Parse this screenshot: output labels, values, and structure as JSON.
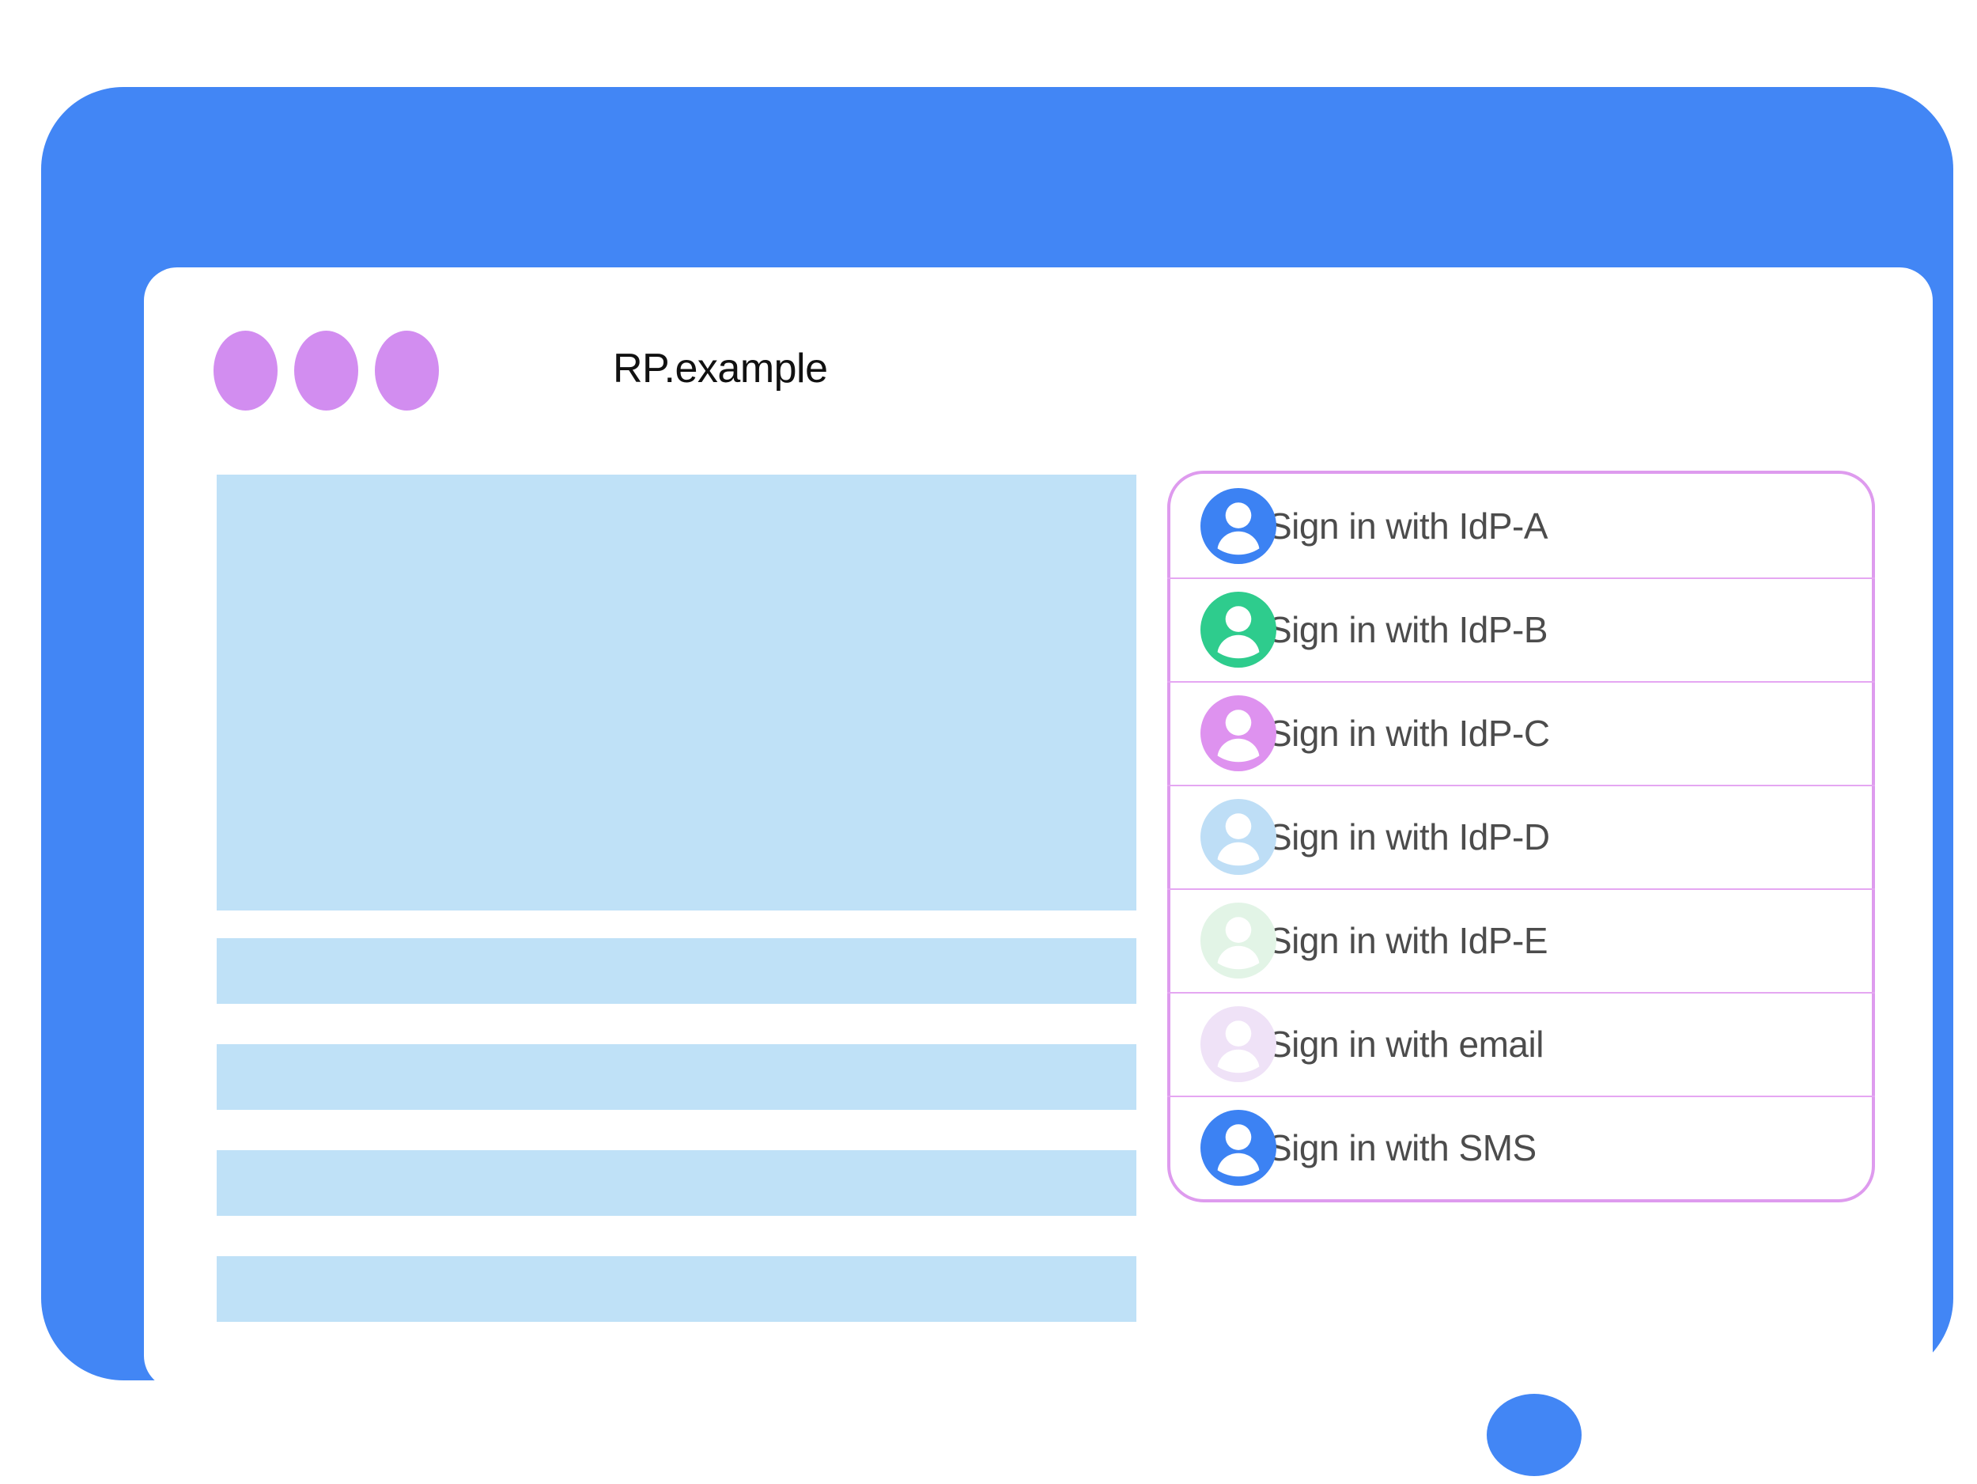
{
  "window": {
    "title": "RP.example",
    "dots": [
      {
        "name": "window-dot-1",
        "color": "#D28DF0"
      },
      {
        "name": "window-dot-2",
        "color": "#D28DF0"
      },
      {
        "name": "window-dot-3",
        "color": "#D28DF0"
      }
    ],
    "frame_color": "#4286F5",
    "screen_color": "#FFFFFF"
  },
  "content": {
    "placeholder_color": "#BFE1F7",
    "blocks": [
      {
        "name": "hero-block"
      },
      {
        "name": "text-bar-1"
      },
      {
        "name": "text-bar-2"
      },
      {
        "name": "text-bar-3"
      },
      {
        "name": "text-bar-4"
      }
    ]
  },
  "signin_panel": {
    "border_color": "#DE9BEE",
    "divider_color": "#E5A7F2",
    "label_color": "#4C4C4C",
    "options": [
      {
        "label": "Sign in with IdP-A",
        "icon": "avatar-icon",
        "avatar_color": "#3C82F3",
        "avatar_opacity": 1
      },
      {
        "label": "Sign in with IdP-B",
        "icon": "avatar-icon",
        "avatar_color": "#2ECC8D",
        "avatar_opacity": 1
      },
      {
        "label": "Sign in with IdP-C",
        "icon": "avatar-icon",
        "avatar_color": "#DE92EF",
        "avatar_opacity": 1
      },
      {
        "label": "Sign in with IdP-D",
        "icon": "avatar-icon",
        "avatar_color": "#BEDEF6",
        "avatar_opacity": 1
      },
      {
        "label": "Sign in with IdP-E",
        "icon": "avatar-icon",
        "avatar_color": "#E2F4E6",
        "avatar_opacity": 1
      },
      {
        "label": "Sign in with email",
        "icon": "avatar-icon",
        "avatar_color": "#EFE2F7",
        "avatar_opacity": 1
      },
      {
        "label": "Sign in with SMS",
        "icon": "avatar-icon",
        "avatar_color": "#3C82F3",
        "avatar_opacity": 1
      }
    ]
  },
  "home_button": {
    "name": "home-button",
    "color": "#4286F5"
  }
}
